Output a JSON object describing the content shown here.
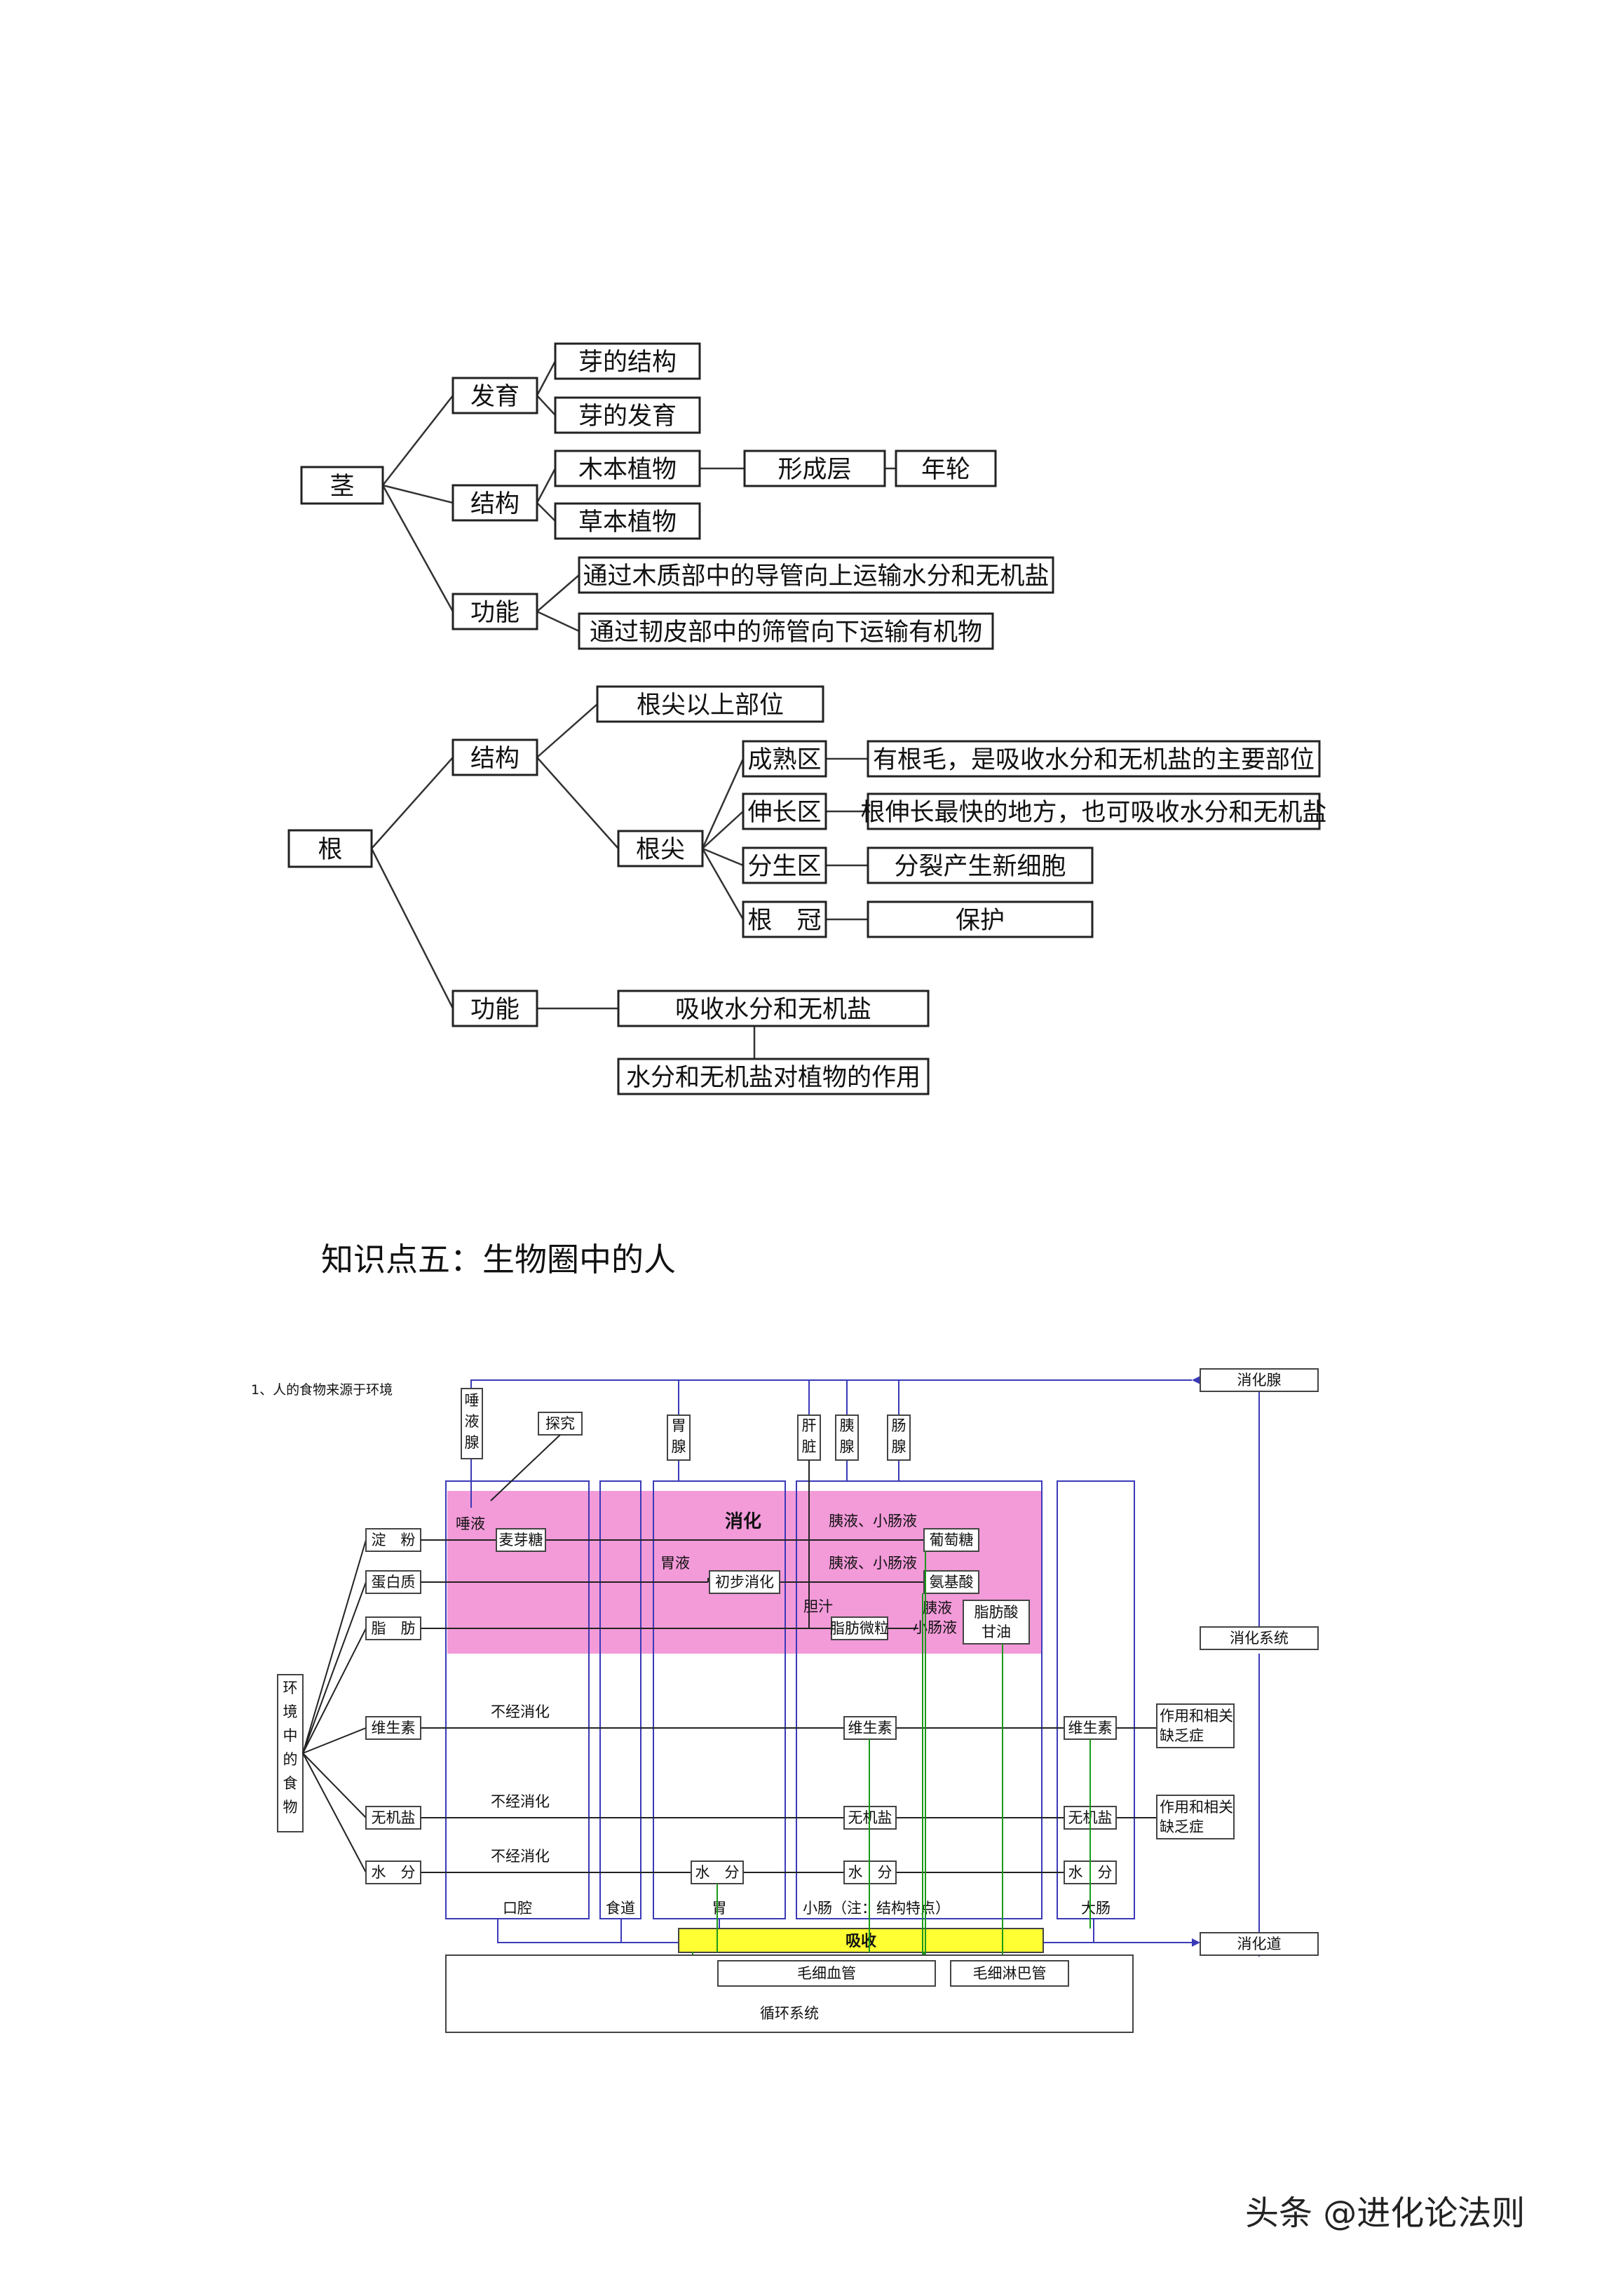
{
  "stem": {
    "root": "茎",
    "develop": "发育",
    "bud_structure": "芽的结构",
    "bud_develop": "芽的发育",
    "structure": "结构",
    "woody": "木本植物",
    "cambium": "形成层",
    "rings": "年轮",
    "herb": "草本植物",
    "function": "功能",
    "xylem": "通过木质部中的导管向上运输水分和无机盐",
    "phloem": "通过韧皮部中的筛管向下运输有机物"
  },
  "root": {
    "root": "根",
    "structure": "结构",
    "above_tip": "根尖以上部位",
    "tip": "根尖",
    "mature": "成熟区",
    "mature_desc": "有根毛，是吸收水分和无机盐的主要部位",
    "elong": "伸长区",
    "elong_desc": "根伸长最快的地方，也可吸收水分和无机盐",
    "meri": "分生区",
    "meri_desc": "分裂产生新细胞",
    "cap": "根　冠",
    "cap_desc": "保护",
    "function": "功能",
    "absorb": "吸收水分和无机盐",
    "effect": "水分和无机盐对植物的作用"
  },
  "section_heading": "知识点五：生物圈中的人",
  "digestion": {
    "caption": "1、人的食物来源于环境",
    "food_env": [
      "环",
      "境",
      "中",
      "的",
      "食",
      "物"
    ],
    "foods": [
      "淀　粉",
      "蛋白质",
      "脂　肪",
      "维生素",
      "无机盐",
      "水　分"
    ],
    "saliva_gland": [
      "唾",
      "液",
      "腺"
    ],
    "explore": "探究",
    "gastric_gland": [
      "胃",
      "腺"
    ],
    "liver": [
      "肝",
      "脏"
    ],
    "pancreas": [
      "胰",
      "腺"
    ],
    "intestinal_gland": [
      "肠",
      "腺"
    ],
    "digestive_gland": "消化腺",
    "digestive_system": "消化系统",
    "digestive_tract": "消化道",
    "digestion_title": "消化",
    "saliva": "唾液",
    "maltose": "麦芽糖",
    "pancreatic_intestinal": [
      "胰液、小肠液",
      "胰液、小肠液"
    ],
    "glucose": "葡萄糖",
    "gastric_juice": "胃液",
    "initial_digestion": "初步消化",
    "amino_acid": "氨基酸",
    "bile": "胆汁",
    "fat_droplets": "脂肪微粒",
    "fat_juice": [
      "胰液",
      "小肠液"
    ],
    "fatty_acid": [
      "脂肪酸",
      "甘油"
    ],
    "not_digested": [
      "不经消化",
      "不经消化",
      "不经消化"
    ],
    "vitamin": "维生素",
    "mineral": "无机盐",
    "water": "水　分",
    "effect_lack": [
      "作用和相关",
      "缺乏症"
    ],
    "organs": [
      "口腔",
      "食道",
      "胃",
      "小肠（注：结构特点）",
      "大肠"
    ],
    "absorption": "吸收",
    "capillary": "毛细血管",
    "lymph": "毛细淋巴管",
    "circulation": "循环系统",
    "colors": {
      "pink": "#f39ad9",
      "yellow": "#ffff33",
      "blue": "#3a3ab8",
      "green": "#1a9a1a"
    }
  },
  "watermark": "头条 @进化论法则"
}
